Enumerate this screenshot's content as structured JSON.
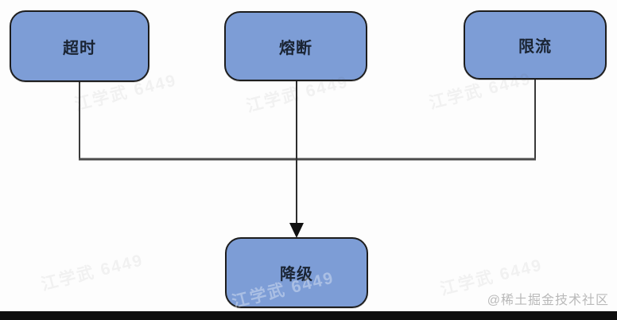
{
  "diagram": {
    "nodes": [
      {
        "id": "timeout",
        "label": "超时"
      },
      {
        "id": "fuse",
        "label": "熔断"
      },
      {
        "id": "limit",
        "label": "限流"
      },
      {
        "id": "degrade",
        "label": "降级"
      }
    ],
    "edges": [
      {
        "from": "timeout",
        "to": "degrade"
      },
      {
        "from": "fuse",
        "to": "degrade"
      },
      {
        "from": "limit",
        "to": "degrade"
      }
    ],
    "colors": {
      "node_fill": "#7d9dd6",
      "node_border": "#1d1d1d",
      "node_text": "#1a2433",
      "connector_line": "#3a3a3a",
      "bottom_bar": "#0e0e0e"
    }
  },
  "watermark": {
    "tile_text": "江学武 6449",
    "credit": "@稀土掘金技术社区"
  }
}
